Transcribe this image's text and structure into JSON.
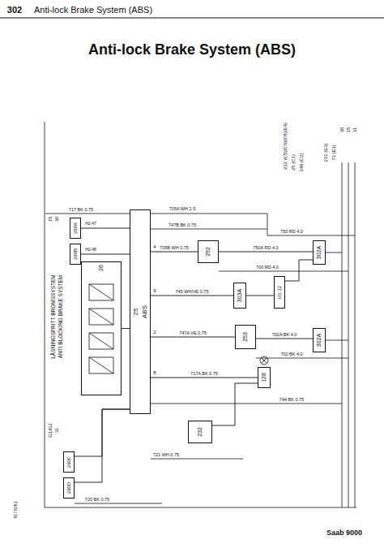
{
  "diagram": {
    "title": "Anti-lock Brake System (ABS)",
    "nodes": [
      {
        "text": [
          "25",
          "ABS"
        ]
      },
      {
        "text": [
          "26"
        ]
      },
      {
        "text": [
          "290A"
        ]
      },
      {
        "text": [
          "290B"
        ]
      },
      {
        "text": [
          "292"
        ]
      },
      {
        "text": [
          "303A"
        ]
      },
      {
        "text": [
          "253"
        ]
      },
      {
        "text": [
          "302A"
        ]
      },
      {
        "text": [
          "302A"
        ]
      },
      {
        "text": [
          "H1-12"
        ]
      },
      {
        "text": [
          "128"
        ]
      },
      {
        "text": [
          "232"
        ]
      },
      {
        "text": [
          "290C"
        ]
      },
      {
        "text": [
          "290D"
        ]
      }
    ],
    "edges": [
      {
        "from": 2,
        "to": 0,
        "arrow": "none"
      },
      {
        "from": 3,
        "to": 0,
        "arrow": "none"
      },
      {
        "from": 1,
        "to": 0,
        "arrow": "none"
      },
      {
        "from": 0,
        "to": 4,
        "arrow": "none",
        "label": "705B WH 0.75"
      },
      {
        "from": 4,
        "to": 7,
        "arrow": "none",
        "label": "750A RD 4.0"
      },
      {
        "from": 0,
        "to": 5,
        "arrow": "none",
        "label": "745 WH/VE 0.75"
      },
      {
        "from": 5,
        "to": 9,
        "arrow": "none"
      },
      {
        "from": 9,
        "to": 7,
        "arrow": "none"
      },
      {
        "from": 0,
        "to": 6,
        "arrow": "none",
        "label": "747A VE 0.75"
      },
      {
        "from": 6,
        "to": 8,
        "arrow": "none",
        "label": "702A BK 4.0"
      },
      {
        "from": 0,
        "to": 10,
        "arrow": "none",
        "label": "717A BK 0.75"
      },
      {
        "from": 10,
        "to": 11,
        "arrow": "none"
      },
      {
        "from": 12,
        "to": 0,
        "arrow": "none"
      },
      {
        "from": 13,
        "to": 0,
        "arrow": "none"
      }
    ],
    "labels": [
      "302",
      "Anti-lock Brake System (ABS)",
      "LÅSNINGSFRITT BROMSSYSTEM",
      "ANTI BLOCKING BRAKE SYSTEM",
      "15",
      "30",
      "G1/G2",
      "31",
      "30",
      "15",
      "31",
      "73 (E1)",
      "231 (E3)",
      "232 (C5)(C6)(C8)(E4)",
      "25 (C1)",
      "348 (C2)",
      "717 BK 0.75",
      "705A WH 2.5",
      "747B BK 0.75",
      "750 RD 4.0",
      "700 RD 4.0",
      "702 BK 4.0",
      "744 BK 0.75",
      "720 BK 0.75",
      "721 WH 0.75",
      "4",
      "9",
      "2",
      "8",
      "H2-47",
      "H2-48",
      "917 6261",
      "Saab 9000"
    ]
  }
}
